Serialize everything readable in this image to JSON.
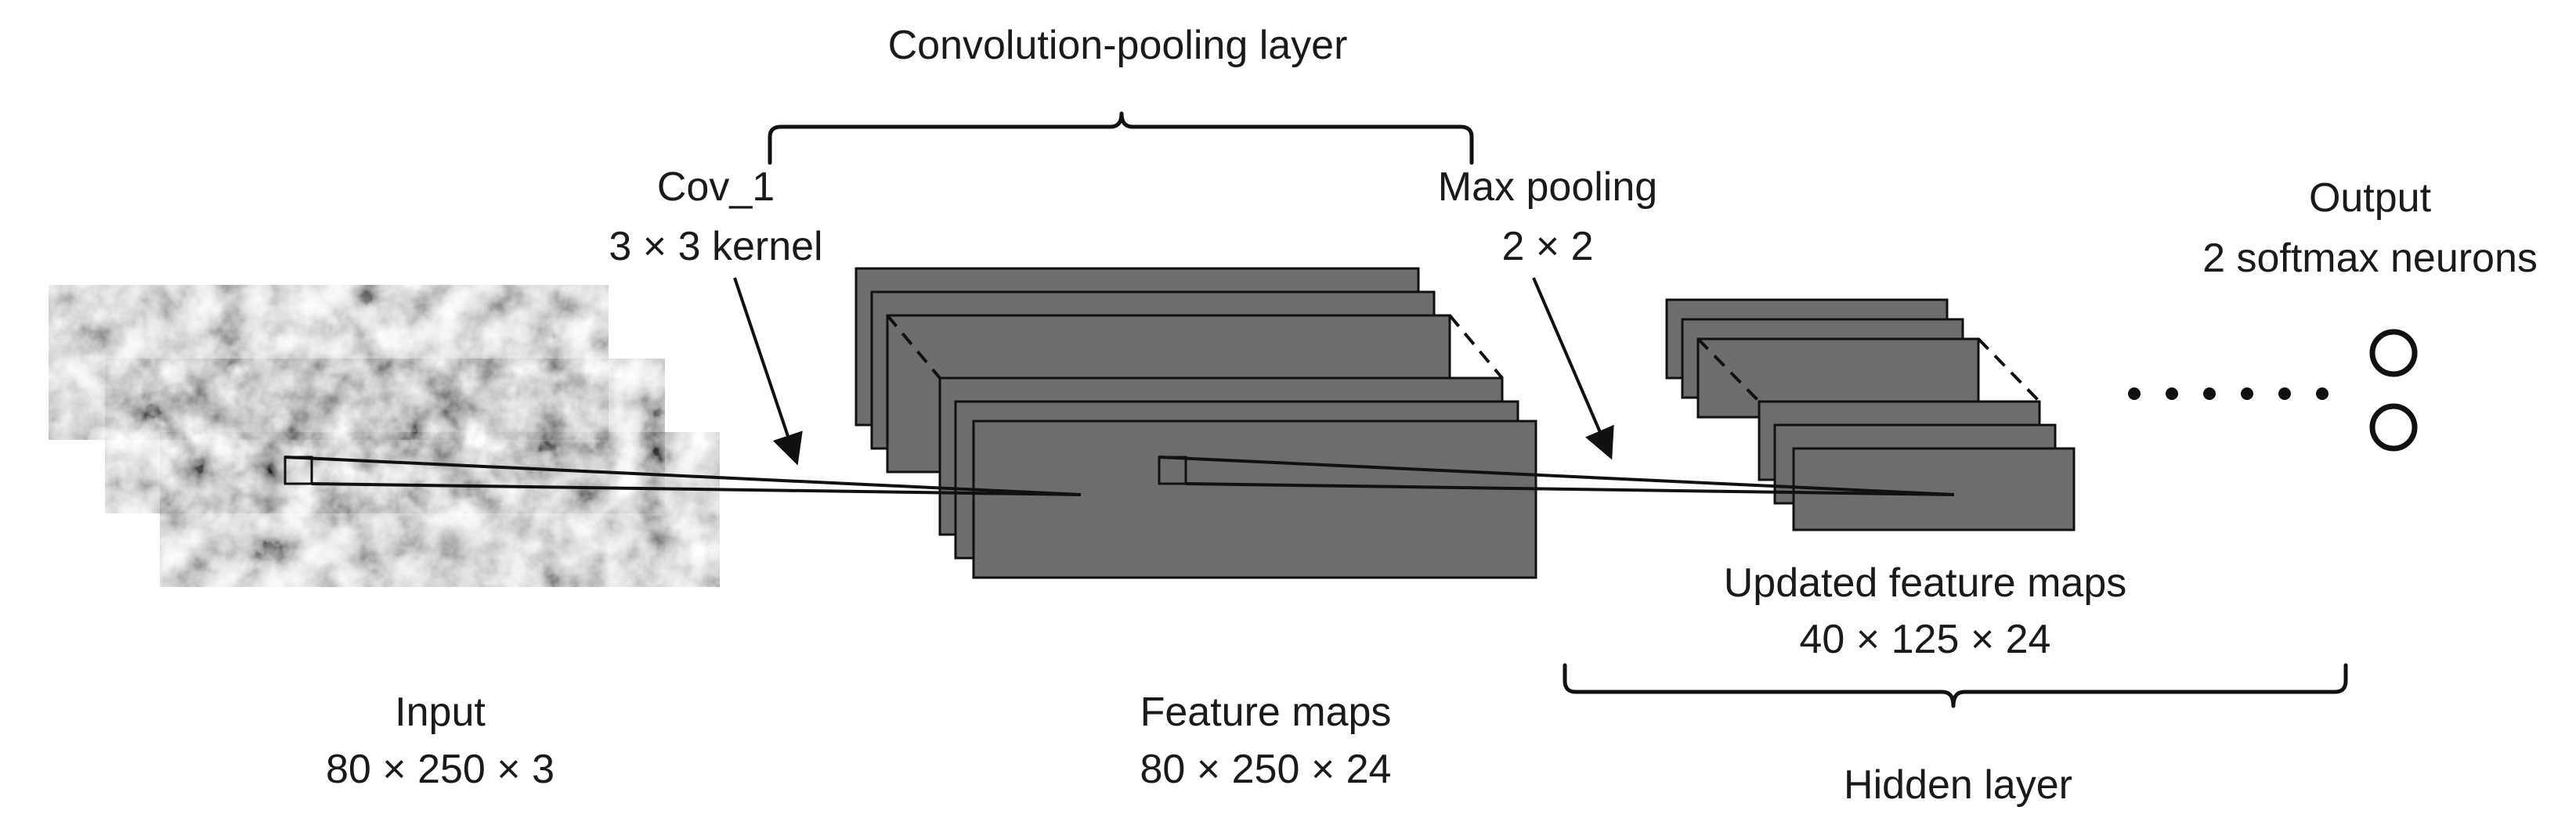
{
  "labels": {
    "conv_pool": "Convolution-pooling layer",
    "cov1": "Cov_1",
    "kernel": "3 × 3 kernel",
    "maxpool": "Max pooling",
    "pool_size": "2 × 2",
    "output": "Output",
    "softmax": "2 softmax neurons",
    "input": "Input",
    "input_dims": "80 × 250 × 3",
    "feature_maps": "Feature maps",
    "feature_dims": "80 × 250 × 24",
    "updated_maps": "Updated feature maps",
    "updated_dims": "40 × 125 × 24",
    "hidden": "Hidden layer"
  },
  "colors": {
    "feature_map_fill": "#6d6d6d",
    "stroke": "#111111",
    "background": "#ffffff"
  }
}
